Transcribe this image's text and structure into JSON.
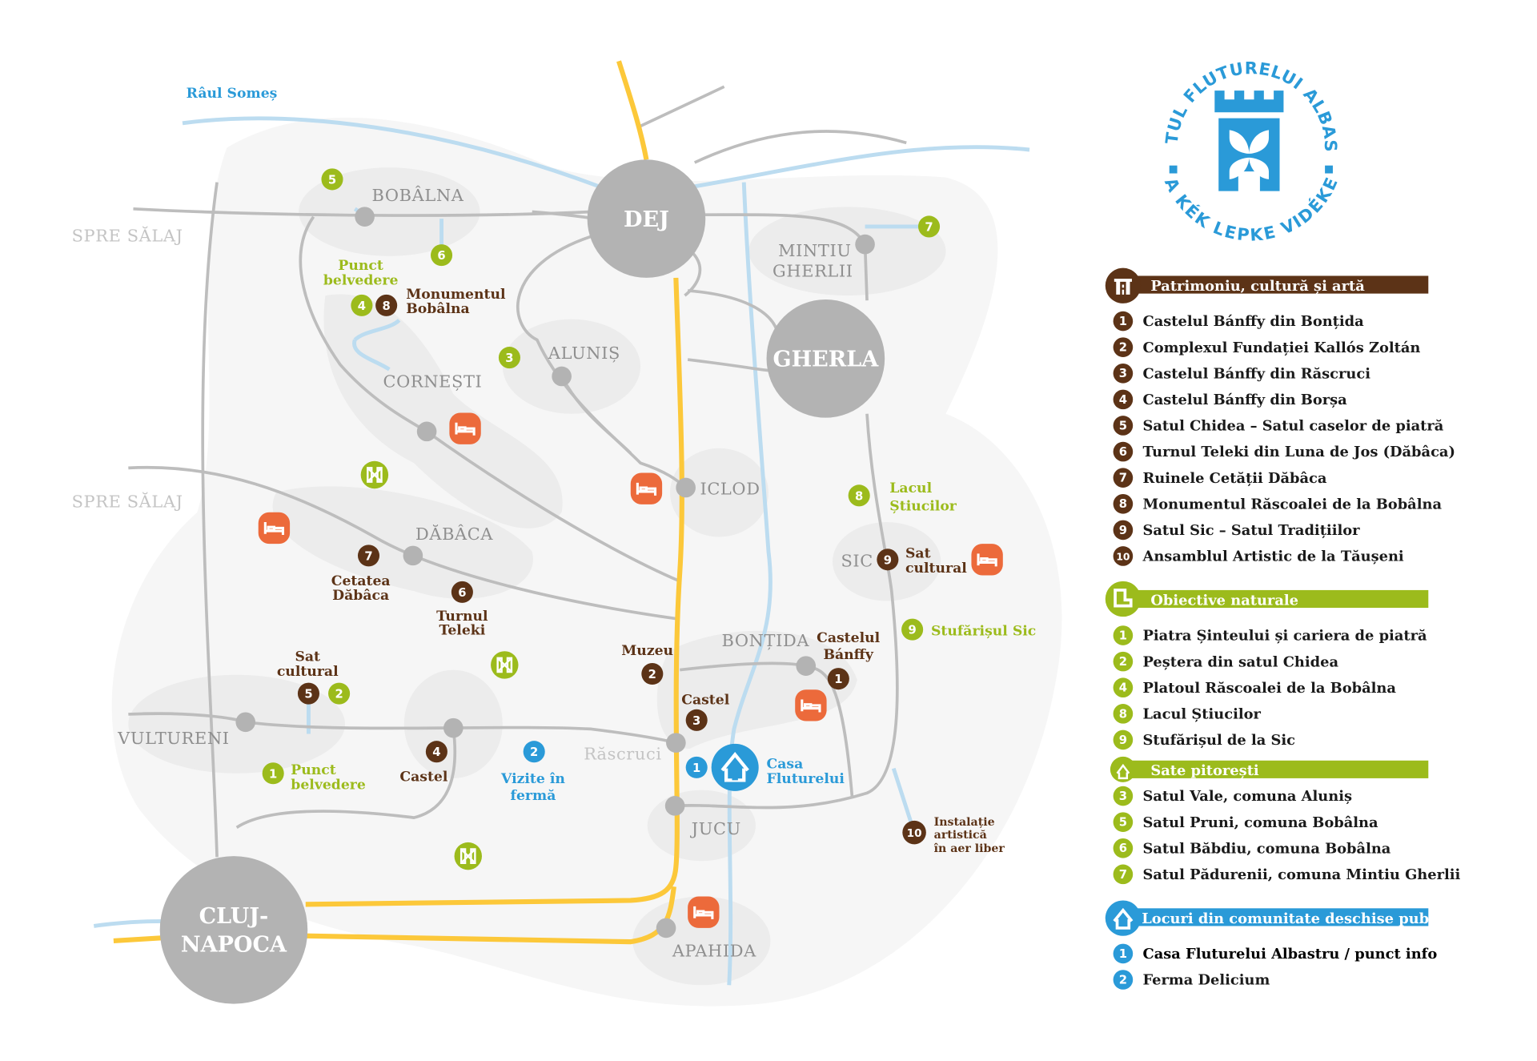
{
  "colors": {
    "heritage": "#5c3317",
    "nature": "#9cbb1c",
    "community": "#2a9ad8",
    "lodging": "#ec6a3b",
    "road": "#bdbdbd",
    "main_road": "#fcc83a",
    "river": "#bcdcf0"
  },
  "logo": {
    "top_text": "ȚINUTUL FLUTURELUI ALBASTRU",
    "bottom_text": "A KÉK LEPKE VIDÉKE"
  },
  "map": {
    "river_label": "Râul Someș",
    "direction_1": "SPRE SĂLAJ",
    "direction_2": "SPRE SĂLAJ",
    "cities": {
      "dej": "DEJ",
      "gherla": "GHERLA",
      "cluj_1": "CLUJ-",
      "cluj_2": "NAPOCA"
    },
    "villages": {
      "bobalna": "BOBÂLNA",
      "mintiu_1": "MINTIU",
      "mintiu_2": "GHERLII",
      "alunis": "ALUNIȘ",
      "cornesti": "CORNEȘTI",
      "iclod": "ICLOD",
      "dabaca": "DĂBÂCA",
      "sic": "SIC",
      "bontida": "BONȚIDA",
      "vultureni": "VULTURENI",
      "rascruci": "Răscruci",
      "jucu": "JUCU",
      "apahida": "APAHIDA"
    },
    "labels": {
      "punct_belvedere_1a": "Punct",
      "punct_belvedere_1b": "belvedere",
      "monument_a": "Monumentul",
      "monument_b": "Bobâlna",
      "lacul_a": "Lacul",
      "lacul_b": "Știucilor",
      "sat_cultural_sic_a": "Sat",
      "sat_cultural_sic_b": "cultural",
      "stufarisul": "Stufărișul Sic",
      "cetatea_a": "Cetatea",
      "cetatea_b": "Dăbâca",
      "turnul_a": "Turnul",
      "turnul_b": "Teleki",
      "sat_cultural_a": "Sat",
      "sat_cultural_b": "cultural",
      "punct_belvedere_2a": "Punct",
      "punct_belvedere_2b": "belvedere",
      "castel_borsa": "Castel",
      "vizite_a": "Vizite în",
      "vizite_b": "fermă",
      "muzeu": "Muzeu",
      "castel_rascruci": "Castel",
      "castelul_banffy_a": "Castelul",
      "castelul_banffy_b": "Bánffy",
      "casa_a": "Casa",
      "casa_b": "Fluturelui",
      "instalatie_a": "Instalație",
      "instalatie_b": "artistică",
      "instalatie_c": "în aer liber"
    },
    "markers": {
      "g5": "5",
      "g6": "6",
      "g4": "4",
      "b8": "8",
      "g3": "3",
      "g7": "7",
      "b7": "7",
      "b6": "6",
      "b5": "5",
      "g2": "2",
      "g1": "1",
      "b4": "4",
      "c2": "2",
      "b2": "2",
      "b3": "3",
      "b1": "1",
      "c1": "1",
      "g8": "8",
      "b9": "9",
      "g9": "9",
      "b10": "10"
    }
  },
  "legend": {
    "heritage": {
      "title": "Patrimoniu, cultură și artă",
      "items": [
        {
          "n": "1",
          "label": "Castelul Bánffy din Bonțida"
        },
        {
          "n": "2",
          "label": "Complexul Fundației Kallós Zoltán"
        },
        {
          "n": "3",
          "label": "Castelul Bánffy din Răscruci"
        },
        {
          "n": "4",
          "label": "Castelul Bánffy din Borșa"
        },
        {
          "n": "5",
          "label": "Satul Chidea – Satul caselor de piatră"
        },
        {
          "n": "6",
          "label": "Turnul Teleki din Luna de Jos (Dăbâca)"
        },
        {
          "n": "7",
          "label": "Ruinele Cetății Dăbâca"
        },
        {
          "n": "8",
          "label": "Monumentul Răscoalei de la Bobâlna"
        },
        {
          "n": "9",
          "label": "Satul Sic – Satul Tradițiilor"
        },
        {
          "n": "10",
          "label": "Ansamblul Artistic de la Tăușeni"
        }
      ]
    },
    "nature": {
      "title": "Obiective naturale",
      "items": [
        {
          "n": "1",
          "label": "Piatra Șinteului și cariera de piatră"
        },
        {
          "n": "2",
          "label": "Peștera din satul Chidea"
        },
        {
          "n": "4",
          "label": "Platoul Răscoalei de la Bobâlna"
        },
        {
          "n": "8",
          "label": "Lacul Știucilor"
        },
        {
          "n": "9",
          "label": "Stufărișul de la Sic"
        }
      ]
    },
    "villages": {
      "title": "Sate pitorești",
      "items": [
        {
          "n": "3",
          "label": "Satul Vale, comuna Aluniș"
        },
        {
          "n": "5",
          "label": "Satul Pruni, comuna Bobâlna"
        },
        {
          "n": "6",
          "label": "Satul Băbdiu, comuna Bobâlna"
        },
        {
          "n": "7",
          "label": "Satul Pădurenii, comuna Mintiu Gherlii"
        }
      ]
    },
    "community": {
      "title": "Locuri din comunitate deschise publicului",
      "items": [
        {
          "n": "1",
          "label": "Casa Fluturelui Albastru / punct info"
        },
        {
          "n": "2",
          "label": "Ferma Delicium"
        }
      ]
    }
  }
}
